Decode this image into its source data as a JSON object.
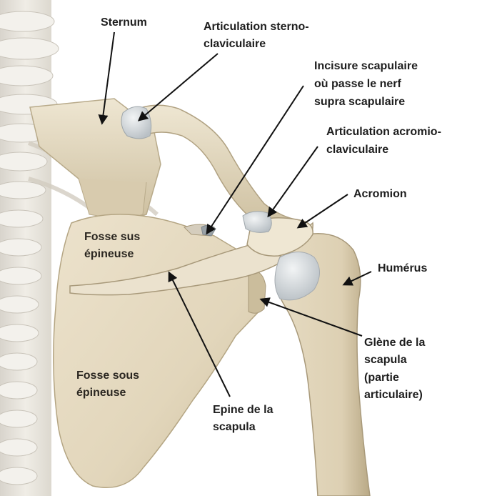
{
  "labels": {
    "sternum": "Sternum",
    "art_sterno_1": "Articulation sterno-",
    "art_sterno_2": "claviculaire",
    "incisure_1": "Incisure scapulaire",
    "incisure_2": "où passe le nerf",
    "incisure_3": "supra scapulaire",
    "art_acromio_1": "Articulation acromio-",
    "art_acromio_2": "claviculaire",
    "acromion": "Acromion",
    "humerus": "Humérus",
    "glene_1": "Glène de la",
    "glene_2": "scapula",
    "glene_3": "(partie",
    "glene_4": "articulaire)",
    "epine_1": "Epine de la",
    "epine_2": "scapula",
    "fosse_sus_1": "Fosse sus",
    "fosse_sus_2": "épineuse",
    "fosse_sous_1": "Fosse sous",
    "fosse_sous_2": "épineuse"
  },
  "colors": {
    "bone": "#e3d7bd",
    "bone_dark": "#bfb092",
    "bone_light": "#f1eadb",
    "cartilage": "#d9dde0",
    "spine": "#e6e3dc",
    "arrow": "#111111"
  }
}
